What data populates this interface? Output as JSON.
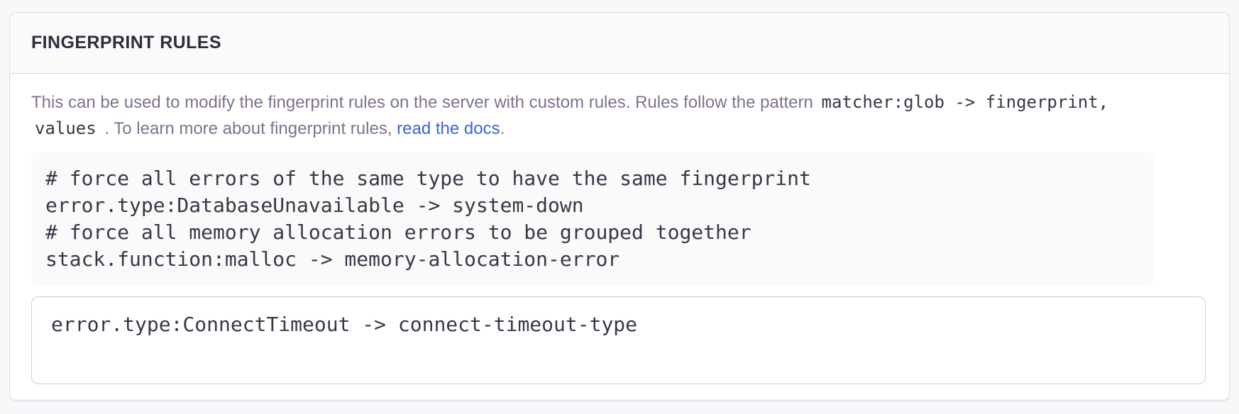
{
  "panel": {
    "title": "FINGERPRINT RULES",
    "description": {
      "text_before": "This can be used to modify the fingerprint rules on the server with custom rules. Rules follow the pattern",
      "pattern_part1": "matcher:glob -> fingerprint,",
      "pattern_part2": "values",
      "text_after": ". To learn more about fingerprint rules,",
      "link_label": "read the docs",
      "after_link": "."
    },
    "example_code": "# force all errors of the same type to have the same fingerprint\nerror.type:DatabaseUnavailable -> system-down\n# force all memory allocation errors to be grouped together\nstack.function:malloc -> memory-allocation-error",
    "rules_input": {
      "value": "error.type:ConnectTimeout -> connect-timeout-type"
    },
    "colors": {
      "link": "#3A63D6",
      "title_text": "#332B3B",
      "body_text": "#80708F",
      "code_text": "#3E3446",
      "panel_border": "#E0DDE4",
      "header_background": "#FAFAFB",
      "page_background": "#F8F7FA"
    }
  }
}
